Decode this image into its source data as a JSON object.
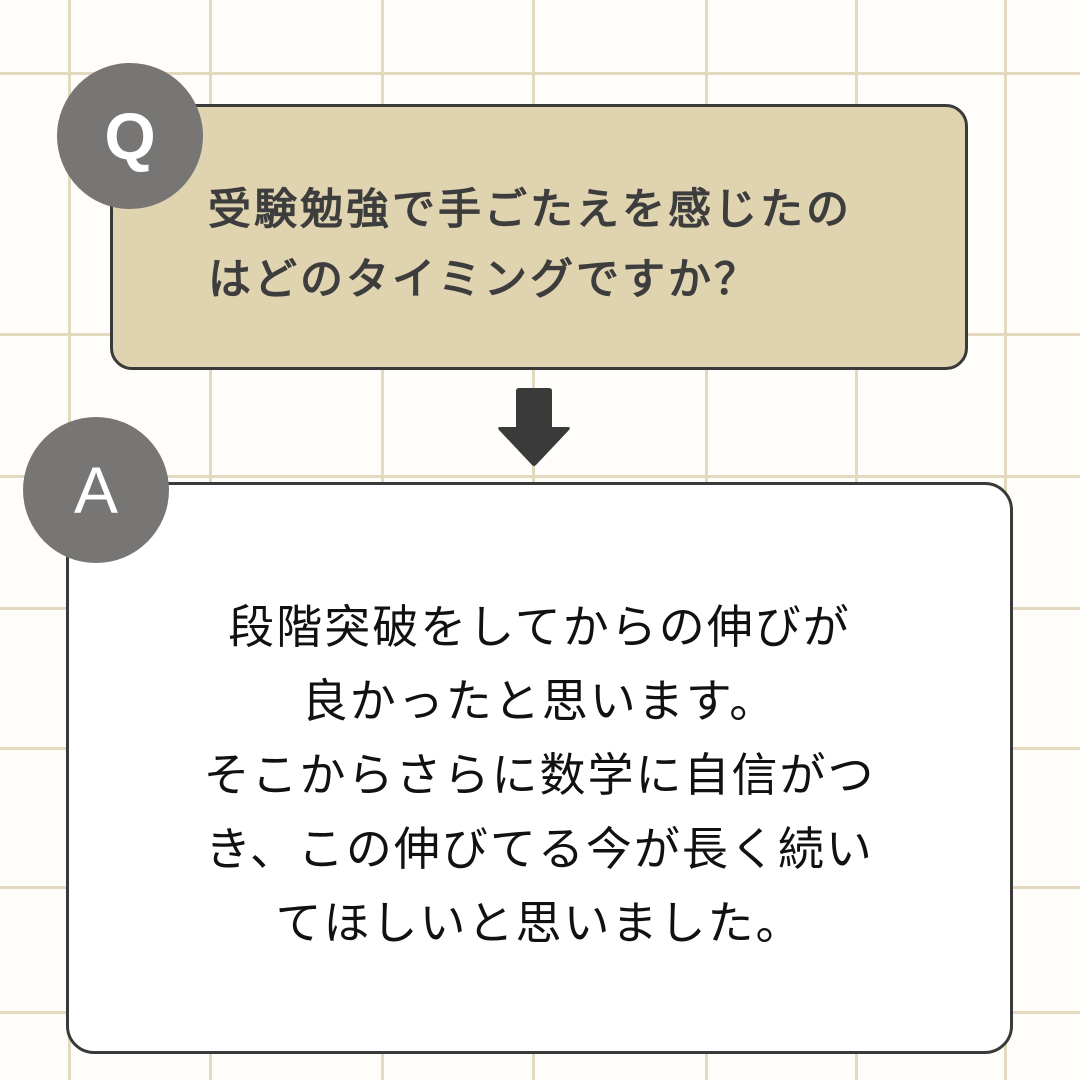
{
  "question": {
    "badge": "Q",
    "lines": [
      "受験勉強で手ごたえを感じたの",
      "はどのタイミングですか？"
    ]
  },
  "answer": {
    "badge": "A",
    "lines": [
      "段階突破をしてからの伸びが",
      "良かったと思います。",
      "そこからさらに数学に自信がつ",
      "き、この伸びてる今が長く続い",
      "てほしいと思いました。"
    ]
  },
  "icons": {
    "arrow": "arrow-down-icon"
  },
  "colors": {
    "background": "#fefdfa",
    "grid_line": "#e3d9bf",
    "question_card": "#e0d4b0",
    "badge": "#777674",
    "border": "#3a3a3a",
    "answer_card": "#ffffff"
  }
}
